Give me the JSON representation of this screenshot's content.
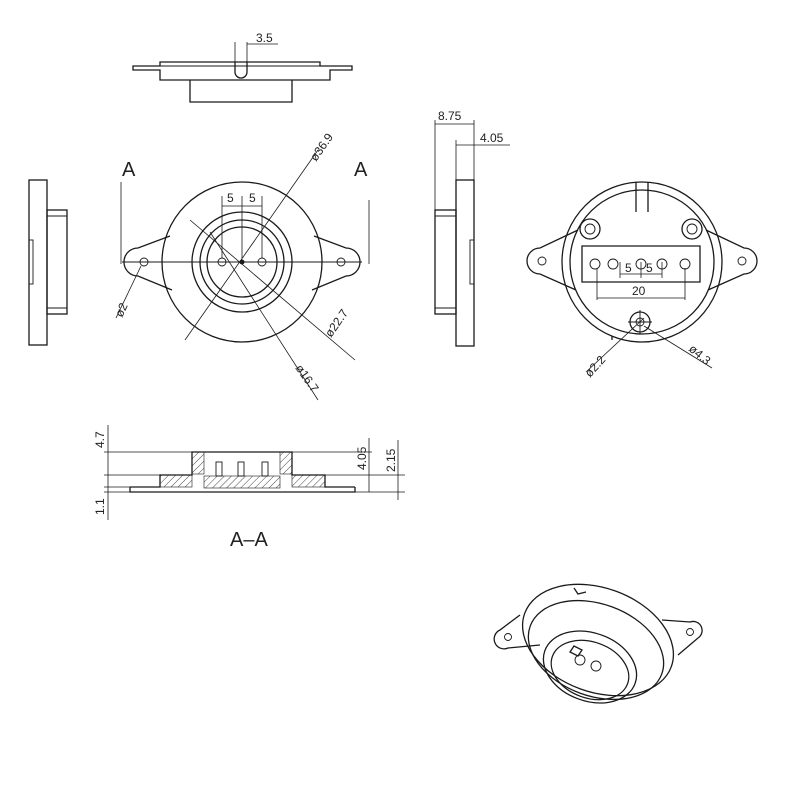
{
  "dimensions": {
    "top_slot_width": "3.5",
    "outer_diameter": "ø36.9",
    "pin_spacing_left": "5",
    "pin_spacing_right": "5",
    "mount_hole": "ø2",
    "inner_diameter": "ø22.7",
    "socket_diameter": "ø16.7",
    "side_total_thickness": "8.75",
    "side_flange_thickness": "4.05",
    "back_pin_spacing_left": "5",
    "back_pin_spacing_right": "5",
    "back_pin_span": "20",
    "back_small_hole": "ø2.2",
    "back_boss": "ø4.3",
    "section_height": "4.7",
    "section_depth": "4.05",
    "section_flange": "2.15",
    "section_base": "1.1"
  },
  "section_marks": {
    "left": "A",
    "right": "A",
    "caption": "A–A"
  }
}
